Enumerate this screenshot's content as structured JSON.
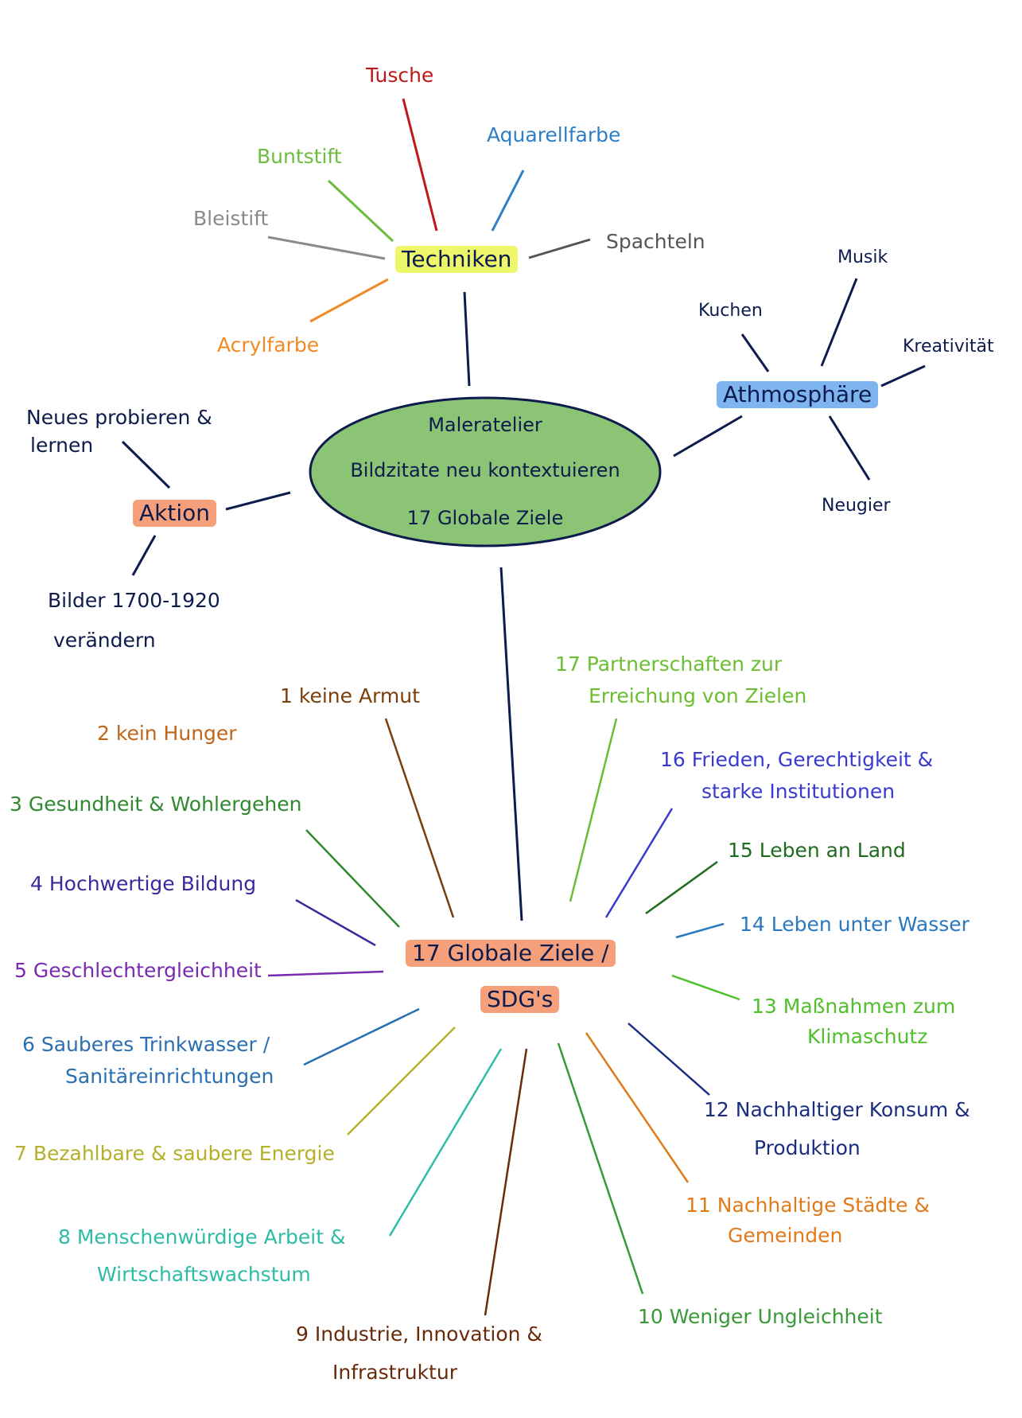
{
  "center": {
    "line1": "Maleratelier",
    "line2": "Bildzitate neu kontextuieren",
    "line3": "17 Globale Ziele"
  },
  "techniken": {
    "title": "Techniken",
    "items": [
      "Tusche",
      "Aquarellfarbe",
      "Buntstift",
      "Bleistift",
      "Spachteln",
      "Acrylfarbe"
    ]
  },
  "athmosphaere": {
    "title": "Athmosphäre",
    "items": [
      "Musik",
      "Kuchen",
      "Kreativität",
      "Neugier"
    ]
  },
  "aktion": {
    "title": "Aktion",
    "item1_line1": "Neues probieren &",
    "item1_line2": "lernen",
    "item2_line1": "Bilder 1700-1920",
    "item2_line2": "verändern"
  },
  "sdg": {
    "title_line1": "17 Globale Ziele /",
    "title_line2": "SDG's",
    "goals": [
      [
        "1 keine Armut"
      ],
      [
        "2 kein Hunger"
      ],
      [
        "3 Gesundheit & Wohlergehen"
      ],
      [
        "4 Hochwertige Bildung"
      ],
      [
        "5 Geschlechtergleichheit"
      ],
      [
        "6 Sauberes Trinkwasser /",
        "Sanitäreinrichtungen"
      ],
      [
        "7 Bezahlbare & saubere Energie"
      ],
      [
        "8 Menschenwürdige Arbeit &",
        "Wirtschaftswachstum"
      ],
      [
        "9 Industrie, Innovation &",
        "Infrastruktur"
      ],
      [
        "10 Weniger Ungleichheit"
      ],
      [
        "11 Nachhaltige Städte &",
        "Gemeinden"
      ],
      [
        "12 Nachhaltiger Konsum &",
        "Produktion"
      ],
      [
        "13 Maßnahmen zum",
        "Klimaschutz"
      ],
      [
        "14 Leben unter Wasser"
      ],
      [
        "15 Leben an Land"
      ],
      [
        "16 Frieden, Gerechtigkeit &",
        "starke Institutionen"
      ],
      [
        "17 Partnerschaften zur",
        "Erreichung von Zielen"
      ]
    ]
  },
  "colors": {
    "navy": "#0d1b4d",
    "red": "#c01818",
    "lightgreen": "#6cbd3e",
    "grey": "#8a8a8a",
    "blue": "#2e7ec6",
    "orange": "#f08a24",
    "yellow_hl": "#eef76a",
    "blue_hl": "#7eb4f0",
    "salmon_hl": "#f5a07a",
    "ellipse_fill": "#8bc475",
    "goal1": "#7a3e0a",
    "goal2": "#c0661a",
    "goal3": "#2f8a2f",
    "goal4": "#3a2a9c",
    "goal5": "#7a2ab0",
    "goal6": "#2a6fb0",
    "goal7": "#b4b02a",
    "goal8": "#2ebca6",
    "goal9": "#6a2a0a",
    "goal10": "#3a9a3a",
    "goal11": "#e07a1a",
    "goal12": "#1a2e80",
    "goal13": "#4fbf2a",
    "goal14": "#2a78c0",
    "goal15": "#1f6b1f",
    "goal16": "#3a3ad0",
    "goal17": "#6abe30"
  }
}
